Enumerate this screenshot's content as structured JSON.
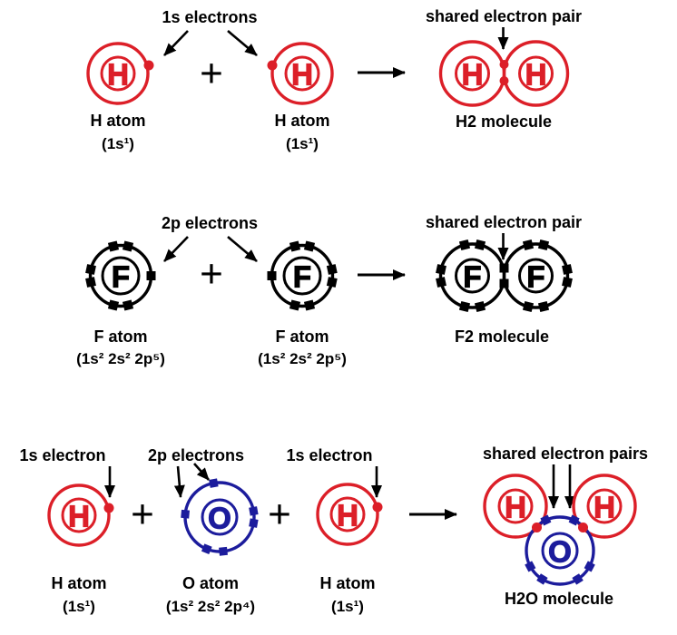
{
  "colors": {
    "hydrogen": "#dc1f28",
    "fluorine": "#000000",
    "oxygen": "#1c1c9c",
    "text": "#000000"
  },
  "operators": {
    "plus": "+"
  },
  "rows": [
    {
      "annotation": "1s electrons",
      "shared_label": "shared electron pair",
      "molecule_label": "H2 molecule",
      "atoms": [
        {
          "symbol": "H",
          "label": "H atom",
          "config": "(1s¹)"
        },
        {
          "symbol": "H",
          "label": "H atom",
          "config": "(1s¹)"
        }
      ]
    },
    {
      "annotation": "2p electrons",
      "shared_label": "shared electron pair",
      "molecule_label": "F2 molecule",
      "atoms": [
        {
          "symbol": "F",
          "label": "F atom",
          "config": "(1s² 2s² 2p⁵)"
        },
        {
          "symbol": "F",
          "label": "F atom",
          "config": "(1s² 2s² 2p⁵)"
        }
      ]
    },
    {
      "annotations": [
        "1s electron",
        "2p electrons",
        "1s electron"
      ],
      "shared_label": "shared electron pairs",
      "molecule_label": "H2O molecule",
      "atoms": [
        {
          "symbol": "H",
          "label": "H atom",
          "config": "(1s¹)"
        },
        {
          "symbol": "O",
          "label": "O atom",
          "config": "(1s² 2s² 2p⁴)"
        },
        {
          "symbol": "H",
          "label": "H atom",
          "config": "(1s¹)"
        }
      ]
    }
  ]
}
